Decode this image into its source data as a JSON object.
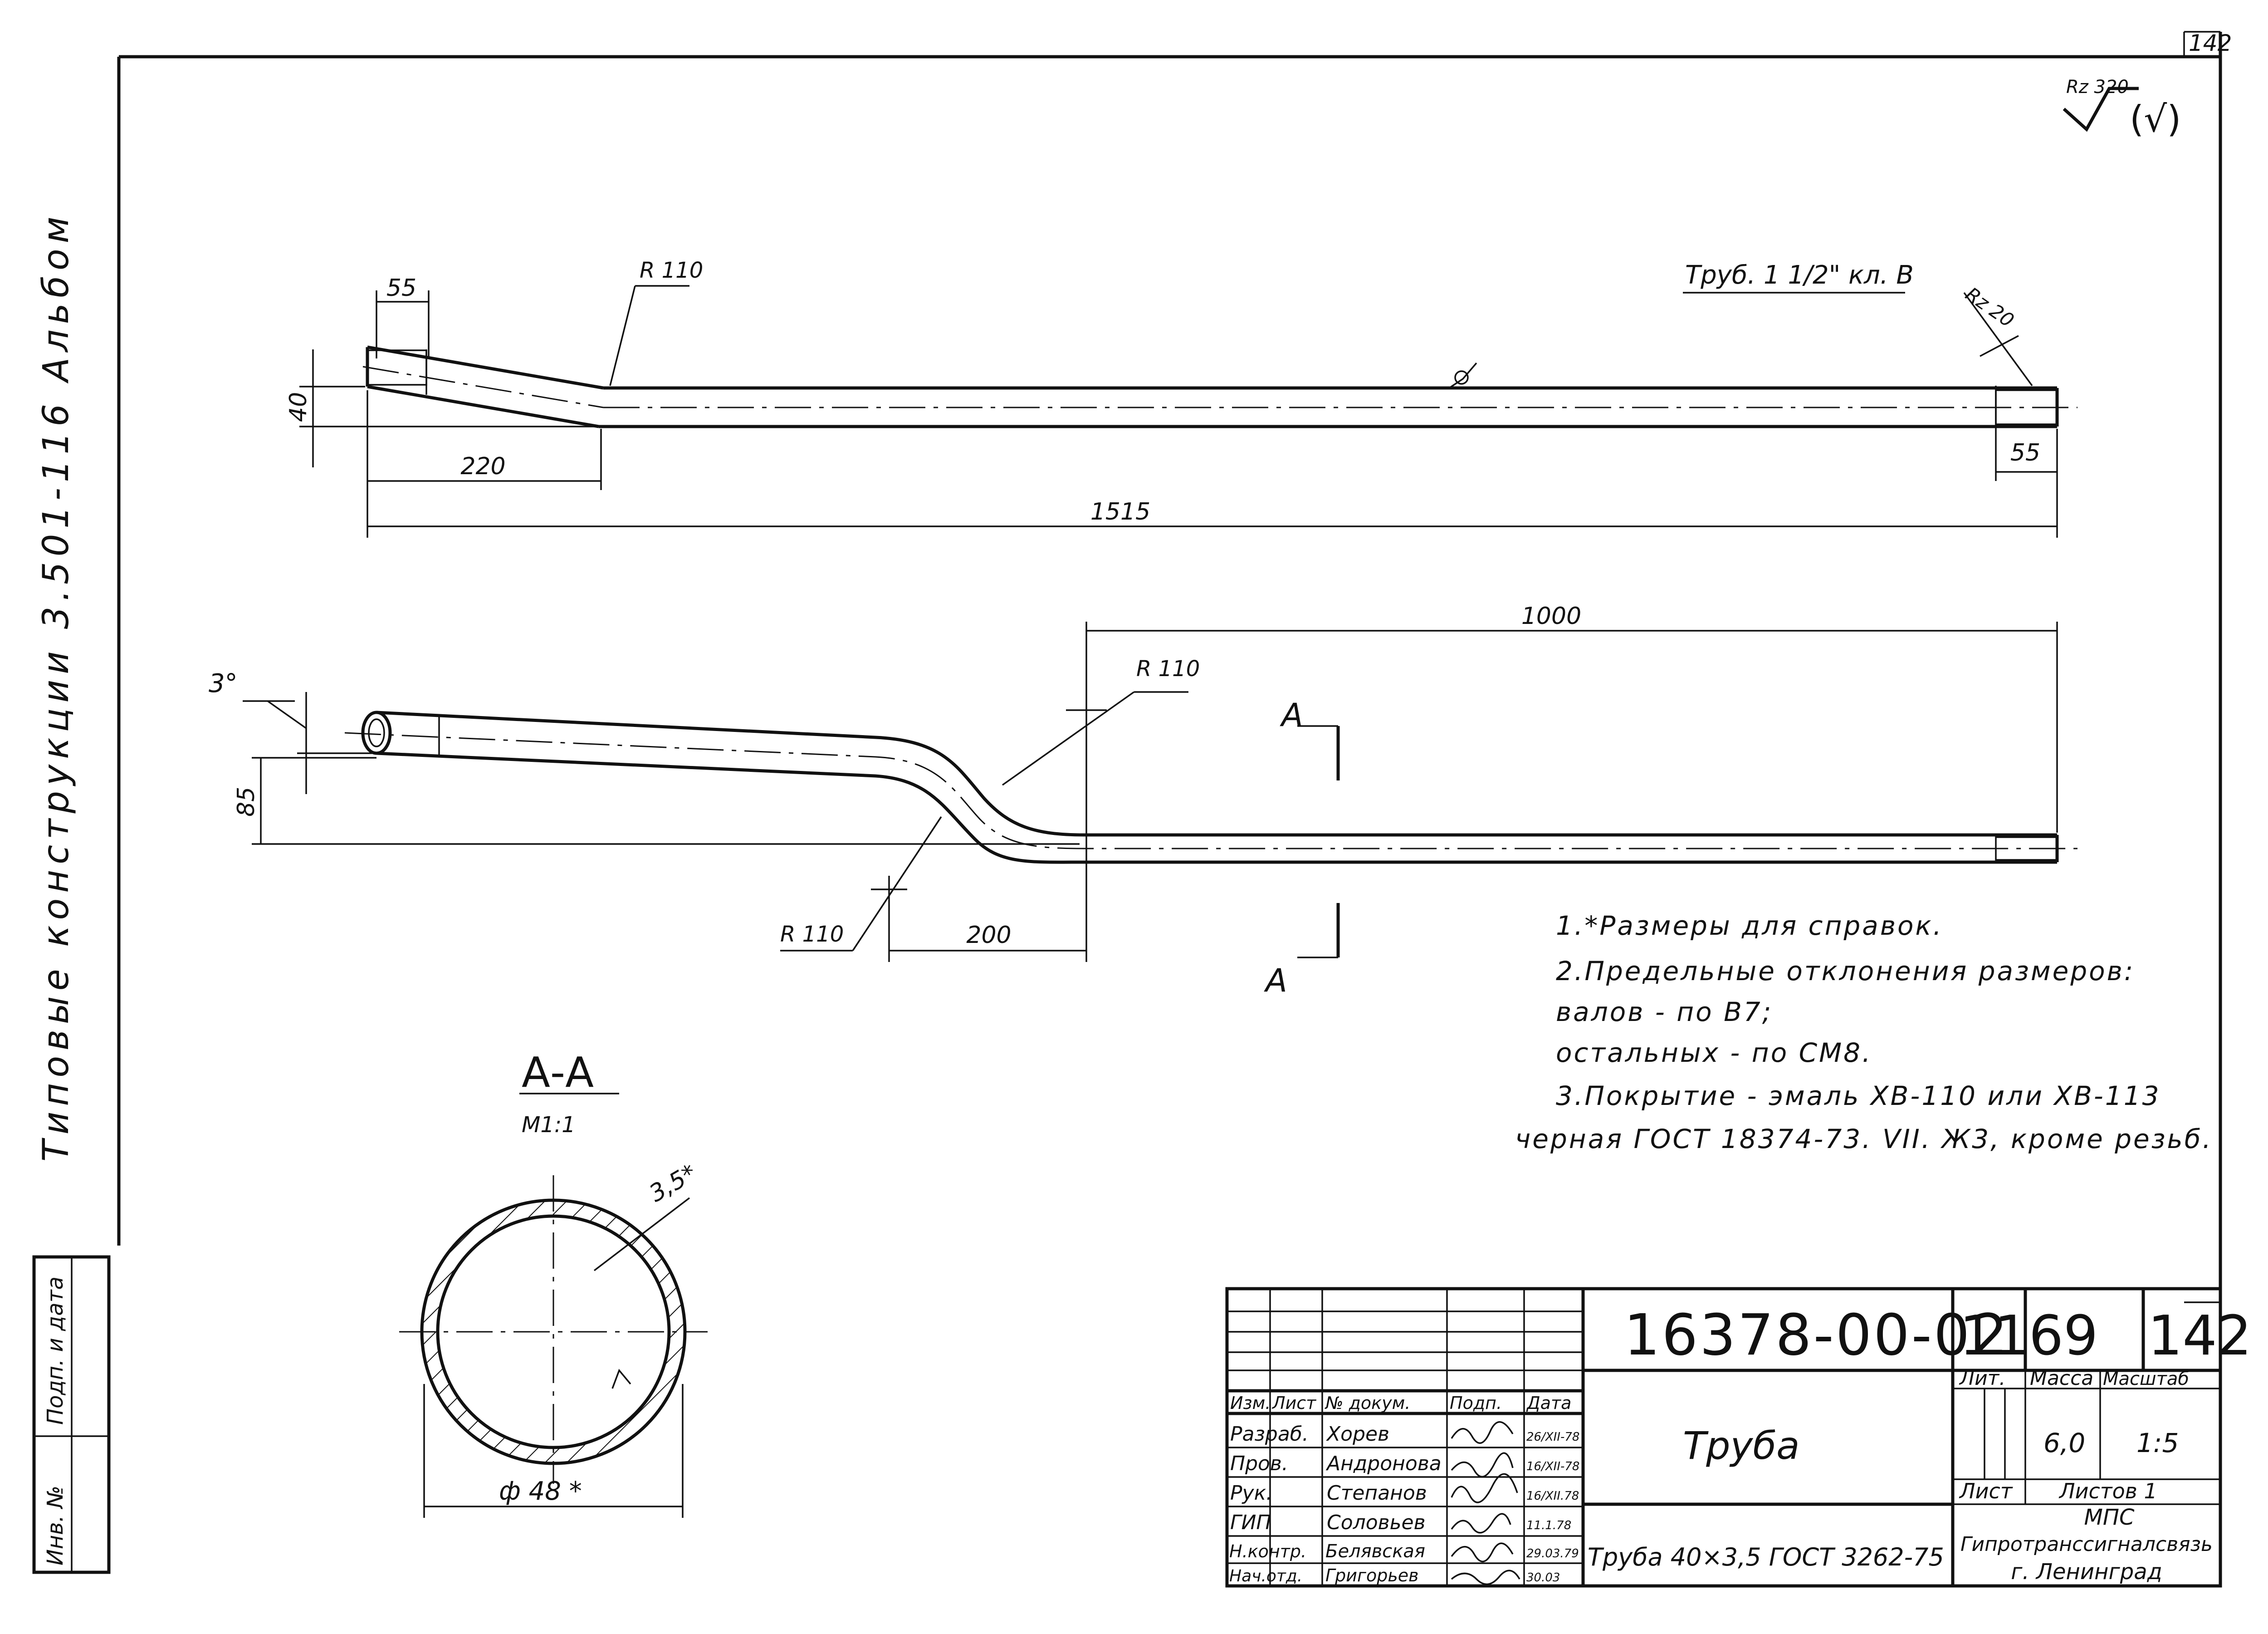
{
  "sheet": {
    "sheet_no_corner": "142",
    "side_text": "Типовые конструкции 3.501-116 Альбом",
    "stamp_box": {
      "inv": "Инв. №",
      "sign_date": "Подп. и дата"
    }
  },
  "roughness": {
    "general": "Rz 320",
    "general_paren": "(√)",
    "end_mark": "Rz 20"
  },
  "view_top": {
    "radius_label": "R 110",
    "pipe_spec": "Труб. 1 1/2\" кл. В",
    "dim_thread_left": "55",
    "dim_thread_right": "55",
    "dim_offset": "40",
    "dim_bend": "220",
    "dim_total": "1515"
  },
  "view_front": {
    "angle": "3°",
    "radius_upper": "R 110",
    "radius_lower": "R 110",
    "dim_straight": "1000",
    "dim_offset": "85",
    "dim_bend": "200",
    "section_mark_top": "A",
    "section_mark_bottom": "A"
  },
  "section": {
    "title": "А-А",
    "scale": "М1:1",
    "wall": "3,5*",
    "diameter": "ф 48 *"
  },
  "notes": [
    "1.*Размеры для справок.",
    "2.Предельные отклонения размеров:",
    "валов - по В7;",
    "остальных - по СМ8.",
    "3.Покрытие - эмаль ХВ-110 или ХВ-113",
    "черная ГОСТ 18374-73. VII. Ж3, кроме резьб."
  ],
  "title_block": {
    "doc_number": "16378-00-02",
    "code": "1169",
    "sheet": "142",
    "name": "Труба",
    "material": "Труба 40×3,5 ГОСТ 3262-75",
    "org1": "МПС",
    "org2": "Гипротранссигналсвязь",
    "org3": "г. Ленинград",
    "lit_header": "Лит.",
    "mass_header": "Масса",
    "scale_header": "Масштаб",
    "mass": "6,0",
    "scale": "1:5",
    "list_label": "Лист",
    "lists_label": "Листов 1",
    "col_headers": [
      "Изм.",
      "Лист",
      "№ докум.",
      "Подп.",
      "Дата"
    ],
    "signers": [
      {
        "role": "Разраб.",
        "name": "Хорев",
        "date": "26/XII-78"
      },
      {
        "role": "Пров.",
        "name": "Андронова",
        "date": "16/XII-78"
      },
      {
        "role": "Рук.",
        "name": "Степанов",
        "date": "16/XII.78"
      },
      {
        "role": "ГИП",
        "name": "Соловьев",
        "date": "11.1.78"
      },
      {
        "role": "Н.контр.",
        "name": "Белявская",
        "date": "29.03.79"
      },
      {
        "role": "Нач.отд.",
        "name": "Григорьев",
        "date": "30.03"
      }
    ]
  }
}
